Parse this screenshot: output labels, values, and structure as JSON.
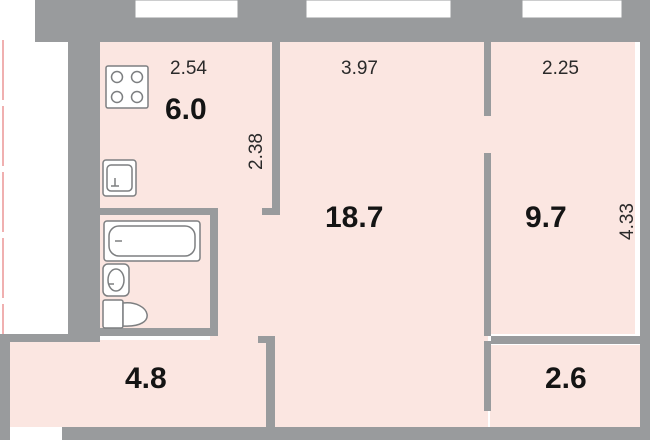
{
  "colors": {
    "room_fill": "#fbe6e1",
    "wall": "#999b9d",
    "background": "#ffffff",
    "text": "#141414",
    "red_line": "#e06060"
  },
  "rooms": [
    {
      "id": "kitchen",
      "area": "6.0"
    },
    {
      "id": "living-room",
      "area": "18.7"
    },
    {
      "id": "bedroom",
      "area": "9.7"
    },
    {
      "id": "hallway",
      "area": "4.8"
    },
    {
      "id": "storage",
      "area": "2.6"
    },
    {
      "id": "bathroom",
      "area": ""
    }
  ],
  "dimensions": {
    "kitchen_width": "2.54",
    "kitchen_depth": "2.38",
    "living_room_width": "3.97",
    "bedroom_width": "2.25",
    "bedroom_depth": "4.33"
  },
  "fixtures": [
    "stove-icon",
    "sink-icon",
    "bathtub-icon",
    "washbasin-icon",
    "toilet-icon"
  ]
}
